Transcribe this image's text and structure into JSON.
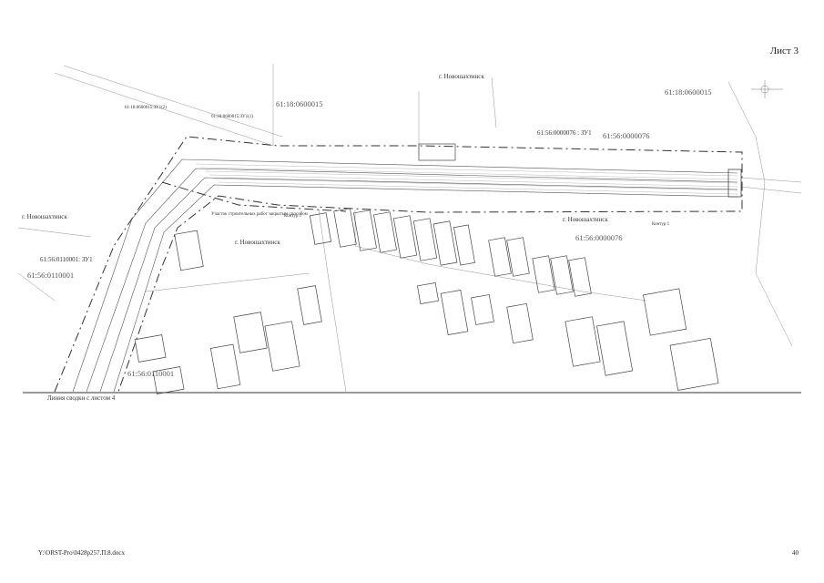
{
  "sheet": {
    "label": "Лист 3",
    "page_number": "40",
    "file_path": "Y:\\ORST-Pro\\0428p257.П.8.docx"
  },
  "map": {
    "join_line": "Линия сводки с листом 4",
    "labels": {
      "city_top": "г. Новошахтинск",
      "city_left": "г. Новошахтинск",
      "city_middle": "г. Новошахтинск",
      "city_right": "г. Новошахтинск",
      "quarter_top_1": "61:18:0600015",
      "quarter_top_2": "61:18:0600015",
      "quarter_right": "61:56:0000076",
      "quarter_middle": "61:56:0000076",
      "quarter_left": "61:56:0110001",
      "quarter_bottom": "61:56:0110001",
      "zu_top_right": "61:56:0000076 : ЗУ1",
      "zu_top_left_2": "61:18:0600015:ЗУ1(2)",
      "zu_top_left_1": "61:18:0600015:ЗУ1(1)",
      "zu_left": "61:56:0110001: ЗУ1",
      "contour_1": "Контур 1",
      "contour_2": "Контур 1",
      "work_area": "Участок строительных работ закрытым способом"
    }
  }
}
